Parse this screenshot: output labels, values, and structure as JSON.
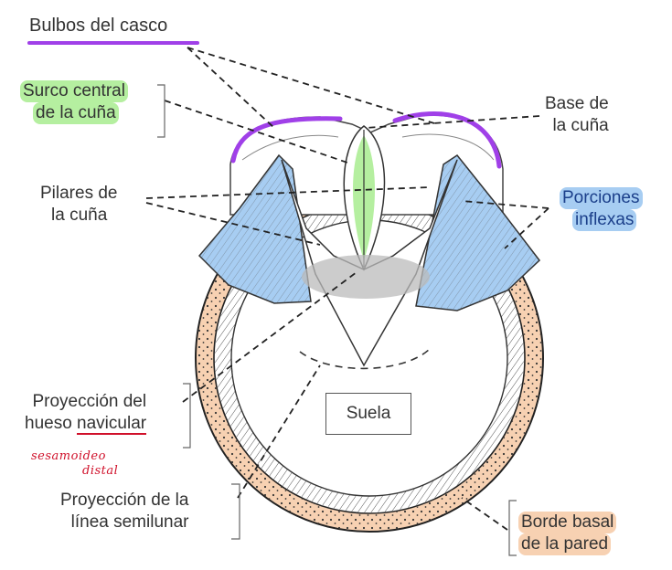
{
  "labels": {
    "bulbos": "Bulbos del casco",
    "surco_line1": "Surco central",
    "surco_line2": "de la cuña",
    "base_line1": "Base de",
    "base_line2": "la cuña",
    "pilares_line1": "Pilares de",
    "pilares_line2": "la cuña",
    "porciones_line1": "Porciones",
    "porciones_line2": "inflexas",
    "navicular_line1": "Proyección del",
    "navicular_line2a": "hueso ",
    "navicular_line2b": "navicular",
    "semilunar_line1": "Proyección de la",
    "semilunar_line2": "línea semilunar",
    "borde_line1": "Borde basal",
    "borde_line2": "de la pared",
    "suela": "Suela"
  },
  "annotations": {
    "hand_line1": "sesamoideo",
    "hand_line2": "distal"
  },
  "colors": {
    "green_highlight": "#b5efa0",
    "blue_highlight": "#a7cdf2",
    "peach_highlight": "#f7d1b2",
    "purple_marker": "#a040e8",
    "red_ink": "#d0102a"
  }
}
